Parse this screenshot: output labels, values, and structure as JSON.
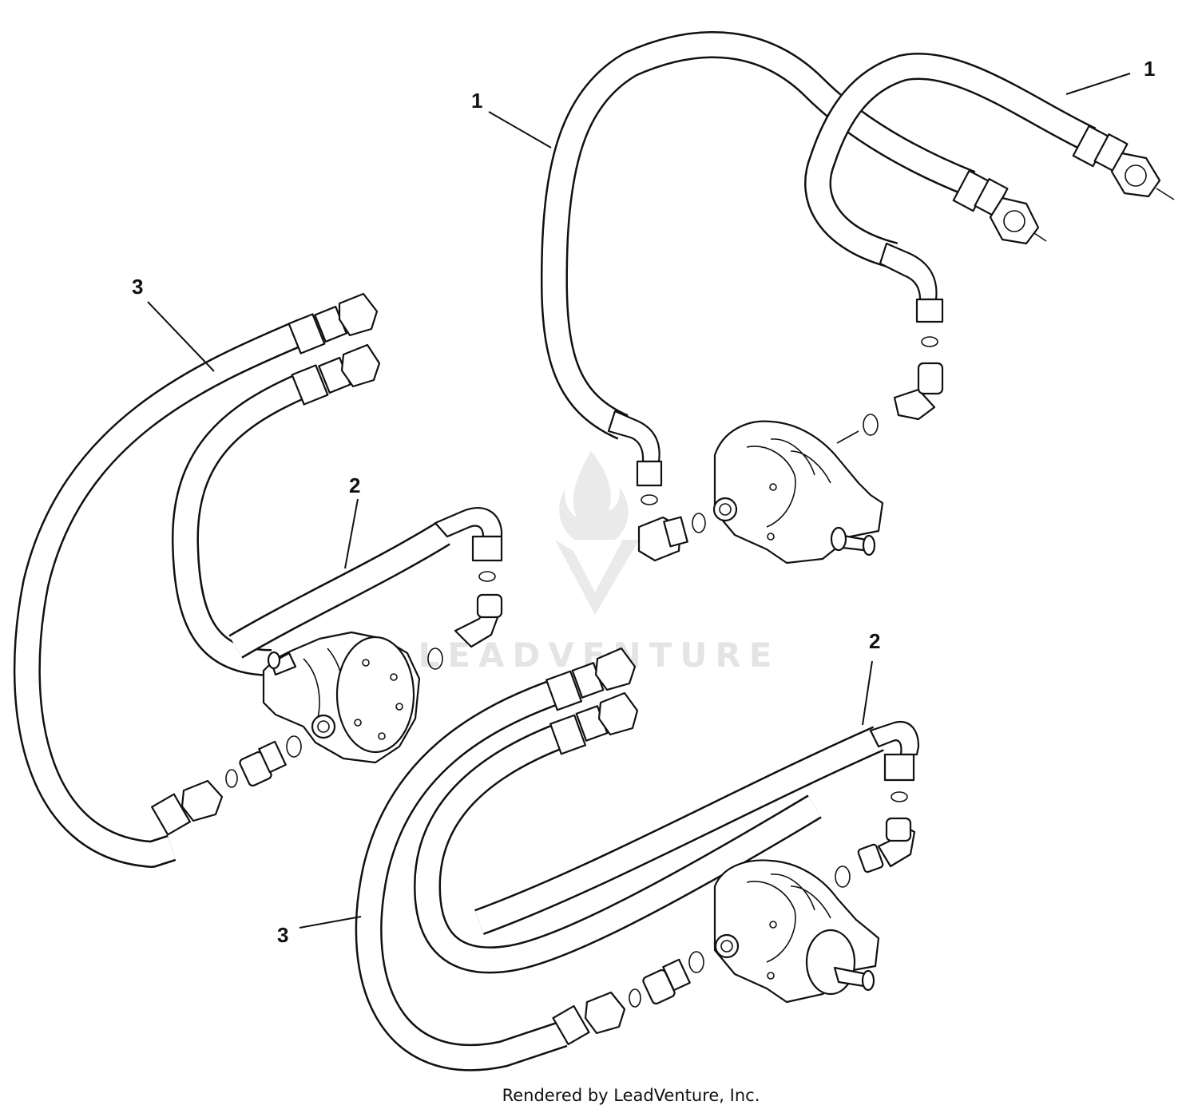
{
  "callouts": {
    "top_left_1": "1",
    "top_right_1": "1",
    "left_3": "3",
    "left_2": "2",
    "bottom_2": "2",
    "bottom_3": "3"
  },
  "watermark": {
    "text": "LEADVENTURE"
  },
  "footer": {
    "credit": "Rendered by LeadVenture, Inc."
  }
}
